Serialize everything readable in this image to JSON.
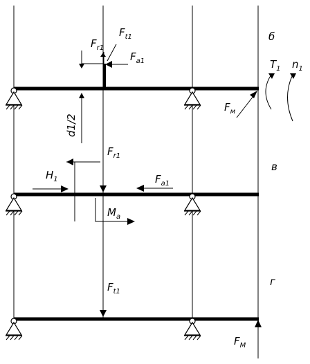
{
  "sections": [
    "б",
    "в",
    "г"
  ],
  "labels": {
    "Fr1_top": {
      "main": "F",
      "sub": "r1"
    },
    "Ft1_top": {
      "main": "F",
      "sub": "t1"
    },
    "Fa1_top": {
      "main": "F",
      "sub": "a1"
    },
    "T1": {
      "main": "T",
      "sub": "1"
    },
    "n1": {
      "main": "n",
      "sub": "1"
    },
    "Fm_top": {
      "main": "F",
      "sub": "м"
    },
    "d1_half": "d1/2",
    "Fr1_mid": {
      "main": "F",
      "sub": "r1"
    },
    "H1": {
      "main": "H",
      "sub": "1"
    },
    "Fa1_mid": {
      "main": "F",
      "sub": "a1"
    },
    "Ma": {
      "main": "M",
      "sub": "a"
    },
    "Ft1_bot": {
      "main": "F",
      "sub": "t1"
    },
    "Fm_bot": {
      "main": "F",
      "sub": "M"
    }
  }
}
